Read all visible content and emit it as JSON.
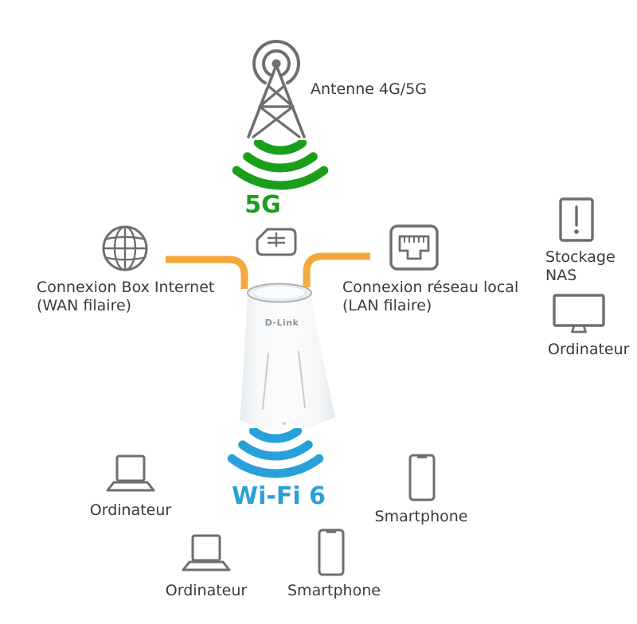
{
  "colors": {
    "green": "#1b9e1c",
    "blue": "#2aa0da",
    "orange": "#f3a93e",
    "icon_gray": "#6e6e6e",
    "text": "#3a3a3a"
  },
  "antenna": {
    "label": "Antenne 4G/5G"
  },
  "cellular": {
    "label": "5G"
  },
  "wifi": {
    "label": "Wi-Fi 6"
  },
  "wan": {
    "line1": "Connexion Box Internet",
    "line2": "(WAN filaire)"
  },
  "lan": {
    "line1": "Connexion réseau local",
    "line2": "(LAN filaire)"
  },
  "nas": {
    "line1": "Stockage",
    "line2": "NAS"
  },
  "router": {
    "brand": "D-Link"
  },
  "devices": {
    "computer_right": {
      "label": "Ordinateur"
    },
    "laptop_left": {
      "label": "Ordinateur"
    },
    "laptop_bottom": {
      "label": "Ordinateur"
    },
    "phone_right": {
      "label": "Smartphone"
    },
    "phone_bottom": {
      "label": "Smartphone"
    }
  }
}
